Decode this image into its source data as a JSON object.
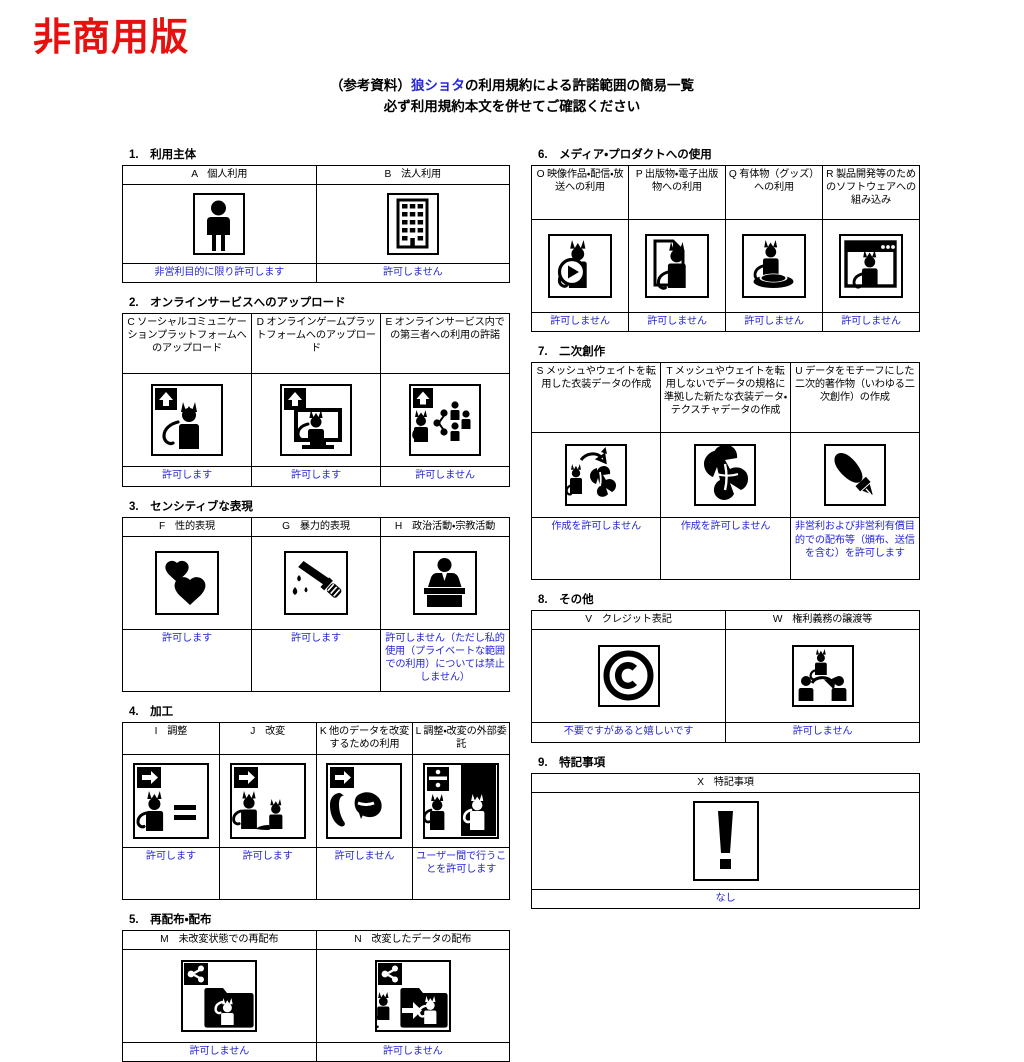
{
  "brand": {
    "title": "非商用版",
    "color": "#e8100f"
  },
  "header": {
    "line1_pre": "（参考資料）",
    "line1_hl": "狼ショタ",
    "line1_post": "の利用規約による許諾範囲の簡易一覧",
    "line2": "必ず利用規約本文を併せてご確認ください",
    "highlight_color": "#2727d8"
  },
  "note_color": "#2727d8",
  "sections": [
    {
      "number": "1.",
      "title": "1.　利用主体",
      "columns": [
        {
          "code": "A",
          "label": "A　個人利用",
          "icon": "person-icon",
          "note": "非営利目的に限り許可します"
        },
        {
          "code": "B",
          "label": "B　法人利用",
          "icon": "building-icon",
          "note": "許可しません"
        }
      ]
    },
    {
      "number": "2.",
      "title": "2.　オンラインサービスへのアップロード",
      "columns": [
        {
          "code": "C",
          "label": "C ソーシャルコミュニケーションプラットフォームへのアップロード",
          "icon": "upload-catperson-icon",
          "note": "許可します"
        },
        {
          "code": "D",
          "label": "D オンラインゲームプラットフォームへのアップロード",
          "icon": "upload-monitor-cat-icon",
          "note": "許可します"
        },
        {
          "code": "E",
          "label": "E オンラインサービス内での第三者への利用の許諾",
          "icon": "upload-share-people-icon",
          "note": "許可しません"
        }
      ]
    },
    {
      "number": "3.",
      "title": "3.　センシティブな表現",
      "columns": [
        {
          "code": "F",
          "label": "F　性的表現",
          "icon": "hearts-icon",
          "note": "許可します"
        },
        {
          "code": "G",
          "label": "G　暴力的表現",
          "icon": "knife-blood-icon",
          "note": "許可します"
        },
        {
          "code": "H",
          "label": "H　政治活動・宗教活動",
          "icon": "podium-speaker-icon",
          "note": "許可しません（ただし私的使用（プライベートな範囲での利用）については禁止しません）"
        }
      ]
    },
    {
      "number": "4.",
      "title": "4.　加工",
      "columns": [
        {
          "code": "I",
          "label": "I　調整",
          "icon": "arrow-cat-equals-icon",
          "note": "許可します"
        },
        {
          "code": "J",
          "label": "J　改変",
          "icon": "arrow-two-cats-icon",
          "note": "許可します"
        },
        {
          "code": "K",
          "label": "K 他のデータを改変するための利用",
          "icon": "arrow-cat-other-icon",
          "note": "許可しません"
        },
        {
          "code": "L",
          "label": "L 調整・改変の外部委託",
          "icon": "outsourcing-cats-icon",
          "note": "ユーザー間で行うことを許可します"
        }
      ]
    },
    {
      "number": "5.",
      "title": "5.　再配布・配布",
      "columns": [
        {
          "code": "M",
          "label": "M　未改変状態での再配布",
          "icon": "share-folder-cat-icon",
          "note": "許可しません"
        },
        {
          "code": "N",
          "label": "N　改変したデータの配布",
          "icon": "share-folder-modified-cat-icon",
          "note": "許可しません"
        }
      ]
    },
    {
      "number": "6.",
      "title": "6.　メディア・プロダクトへの使用",
      "columns": [
        {
          "code": "O",
          "label": "O 映像作品・配信・放送への利用",
          "icon": "video-play-cat-icon",
          "note": "許可しません"
        },
        {
          "code": "P",
          "label": "P 出版物・電子出版物への利用",
          "icon": "document-cat-icon",
          "note": "許可しません"
        },
        {
          "code": "Q",
          "label": "Q 有体物（グッズ）への利用",
          "icon": "goods-figure-cat-icon",
          "note": "許可しません"
        },
        {
          "code": "R",
          "label": "R 製品開発等のためのソフトウェアへの組み込み",
          "icon": "software-window-cat-icon",
          "note": "許可しません"
        }
      ]
    },
    {
      "number": "7.",
      "title": "7.　二次創作",
      "columns": [
        {
          "code": "S",
          "label": "S メッシュやウェイトを転用した衣装データの作成",
          "icon": "cat-arrow-cloth-icon",
          "note": "作成を許可しません"
        },
        {
          "code": "T",
          "label": "T メッシュやウェイトを転用しないでデータの規格に準拠した新たな衣装データ・テクスチャデータの作成",
          "icon": "cloth-icon",
          "note": "作成を許可しません"
        },
        {
          "code": "U",
          "label": "U データをモチーフにした二次的著作物（いわゆる二次創作）の作成",
          "icon": "paintbrush-icon",
          "note": "非営利および非営利有償目的での配布等（頒布、送信を含む）を許可します"
        }
      ]
    },
    {
      "number": "8.",
      "title": "8.　その他",
      "columns": [
        {
          "code": "V",
          "label": "V　クレジット表記",
          "icon": "copyright-icon",
          "note": "不要ですがあると嬉しいです"
        },
        {
          "code": "W",
          "label": "W　権利義務の譲渡等",
          "icon": "transfer-people-cat-icon",
          "note": "許可しません"
        }
      ]
    },
    {
      "number": "9.",
      "title": "9.　特記事項",
      "columns": [
        {
          "code": "X",
          "label": "X　特記事項",
          "icon": "exclamation-icon",
          "note": "なし"
        }
      ]
    }
  ]
}
